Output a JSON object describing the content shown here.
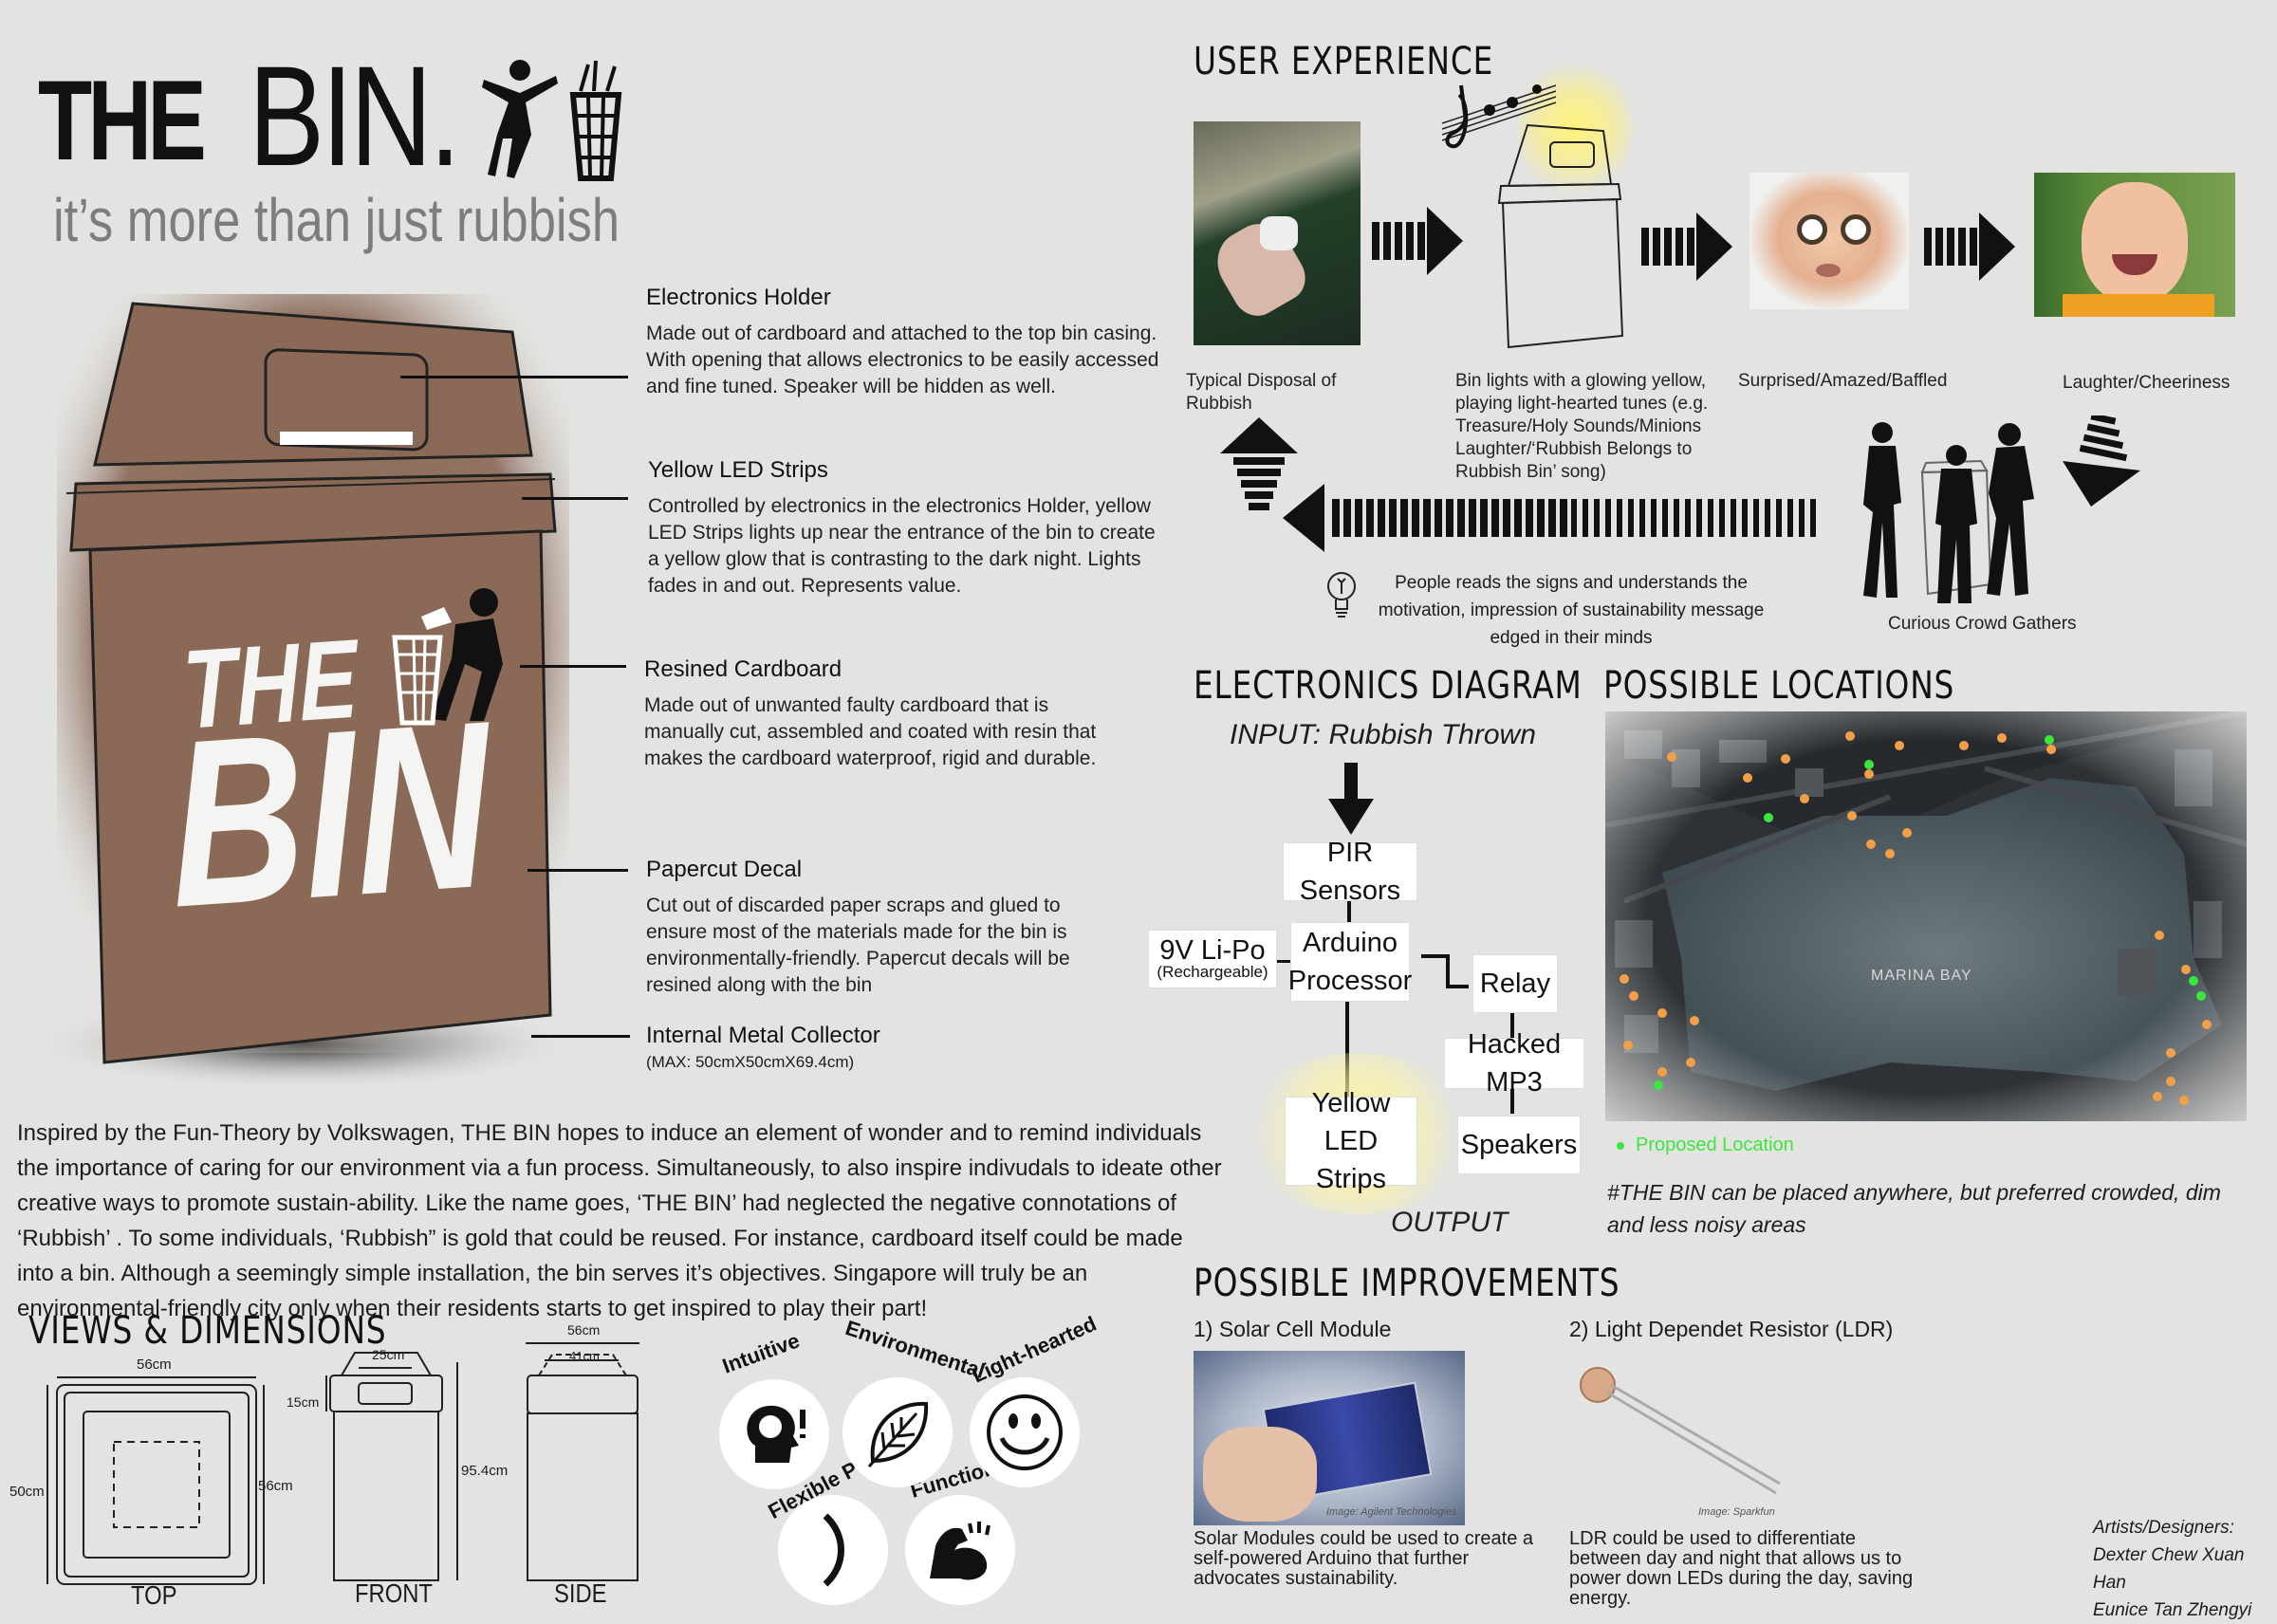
{
  "title": {
    "the": "THE",
    "bin": "BIN.",
    "tagline": "it’s more than just rubbish"
  },
  "poster_bin": {
    "word_the": "THE",
    "word_bin": "BIN"
  },
  "components": [
    {
      "title": "Electronics Holder",
      "body": "Made out of cardboard and attached to the top bin casing. With opening that allows electronics to be easily accessed and fine tuned. Speaker will be hidden as well."
    },
    {
      "title": "Yellow LED Strips",
      "body": "Controlled by electronics in the electronics Holder, yellow LED Strips lights up near the entrance of the bin to create a yellow glow that is contrasting to the dark night. Lights fades in and out. Represents value."
    },
    {
      "title": "Resined Cardboard",
      "body": "Made out of unwanted faulty cardboard that is manually cut, assembled and coated with resin that makes the cardboard waterproof, rigid and durable."
    },
    {
      "title": "Papercut Decal",
      "body": "Cut out of discarded paper scraps and glued to ensure most of the materials made for the bin is environmentally-friendly. Papercut decals will be resined along with the bin"
    },
    {
      "title": "Internal Metal Collector",
      "body": "(MAX: 50cmX50cmX69.4cm)"
    }
  ],
  "intro_paragraph": "Inspired by the Fun-Theory by Volkswagen, THE BIN hopes to induce an element of wonder and to remind individuals the importance of caring for our environment via a fun process. Simultaneously, to also inspire indivudals to ideate other creative ways to promote sustain-ability. Like the name goes, ‘THE BIN’ had neglected the negative connotations of ‘Rubbish’ . To some individuals, ‘Rubbish” is gold that could be reused. For instance, cardboard itself could be made into a bin. Although a seemingly simple installation, the bin serves it’s objectives. Singapore will truly be an environmental-friendly city only when their residents starts to get inspired to play their part!",
  "views": {
    "heading": "VIEWS & DIMENSIONS",
    "top": {
      "label": "TOP",
      "width": "56cm",
      "depth": "56cm",
      "side": "50cm"
    },
    "front": {
      "label": "FRONT",
      "opening": "25cm",
      "lid": "15cm",
      "height": "95.4cm"
    },
    "side": {
      "label": "SIDE",
      "outer": "56cm",
      "inner": "41cm"
    }
  },
  "badges": [
    {
      "label": "Intuitive",
      "icon": "head-lightbulb-icon"
    },
    {
      "label": "Environmental",
      "icon": "leaf-icon"
    },
    {
      "label": "Light-hearted",
      "icon": "smiley-icon"
    },
    {
      "label": "Flexible Placement",
      "icon": "bracket-icon"
    },
    {
      "label": "Functional",
      "icon": "flexed-arm-icon"
    }
  ],
  "user_experience": {
    "heading": "USER EXPERIENCE",
    "steps": [
      {
        "caption": "Typical Disposal of Rubbish"
      },
      {
        "caption": "Bin lights with a glowing yellow, playing light-hearted tunes (e.g. Treasure/Holy Sounds/Minions Laughter/‘Rubbish Belongs to Rubbish Bin’ song)"
      },
      {
        "caption": "Surprised/Amazed/Baffled"
      },
      {
        "caption": "Laughter/Cheeriness"
      }
    ],
    "crowd_caption": "Curious Crowd Gathers",
    "insight": "People reads the signs and understands the motivation, impression of sustainability message edged in their minds"
  },
  "electronics": {
    "heading": "ELECTRONICS DIAGRAM",
    "input": "INPUT: Rubbish Thrown",
    "pir": "PIR Sensors",
    "arduino": "Arduino Processor",
    "battery": "9V Li-Po",
    "battery_note": "(Rechargeable)",
    "relay": "Relay",
    "mp3": "Hacked MP3",
    "speakers": "Speakers",
    "led": "Yellow LED Strips",
    "output": "OUTPUT"
  },
  "locations": {
    "heading": "POSSIBLE LOCATIONS",
    "map_label": "MARINA BAY",
    "legend": "Proposed Location",
    "note": "#THE BIN can be placed anywhere, but preferred crowded, dim and  less noisy areas",
    "legend_color": "#3de63d",
    "marker_color": "#f2a047"
  },
  "improvements": {
    "heading": "POSSIBLE IMPROVEMENTS",
    "items": [
      {
        "title": "1) Solar Cell Module",
        "credit": "Image: Agilent Technologies",
        "body": "Solar Modules could be used to create a self-powered Arduino that further advocates sustainability."
      },
      {
        "title": "2) Light Dependet Resistor (LDR)",
        "credit": "Image: Sparkfun",
        "body": "LDR could be used to differentiate between day and night that allows us to power down LEDs during the day, saving energy."
      }
    ]
  },
  "credits": {
    "label": "Artists/Designers:",
    "names": [
      "Dexter Chew Xuan Han",
      "Eunice Tan Zhengyi"
    ]
  },
  "colors": {
    "background": "#e3e3e1",
    "bin_brown": "#8a6a56",
    "glow_yellow": "#fff27a"
  }
}
